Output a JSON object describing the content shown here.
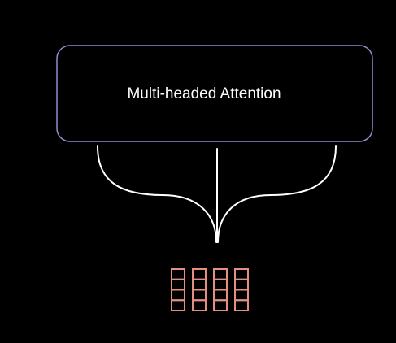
{
  "diagram": {
    "attention_block": {
      "label": "Multi-headed Attention"
    },
    "embedding_vectors": {
      "count": 4,
      "cells_per_vector": 4
    }
  },
  "colors": {
    "background": "#000000",
    "box_border": "#8f8ed0",
    "text": "#ffffff",
    "connector": "#ffffff",
    "vector": "#e58f80"
  }
}
